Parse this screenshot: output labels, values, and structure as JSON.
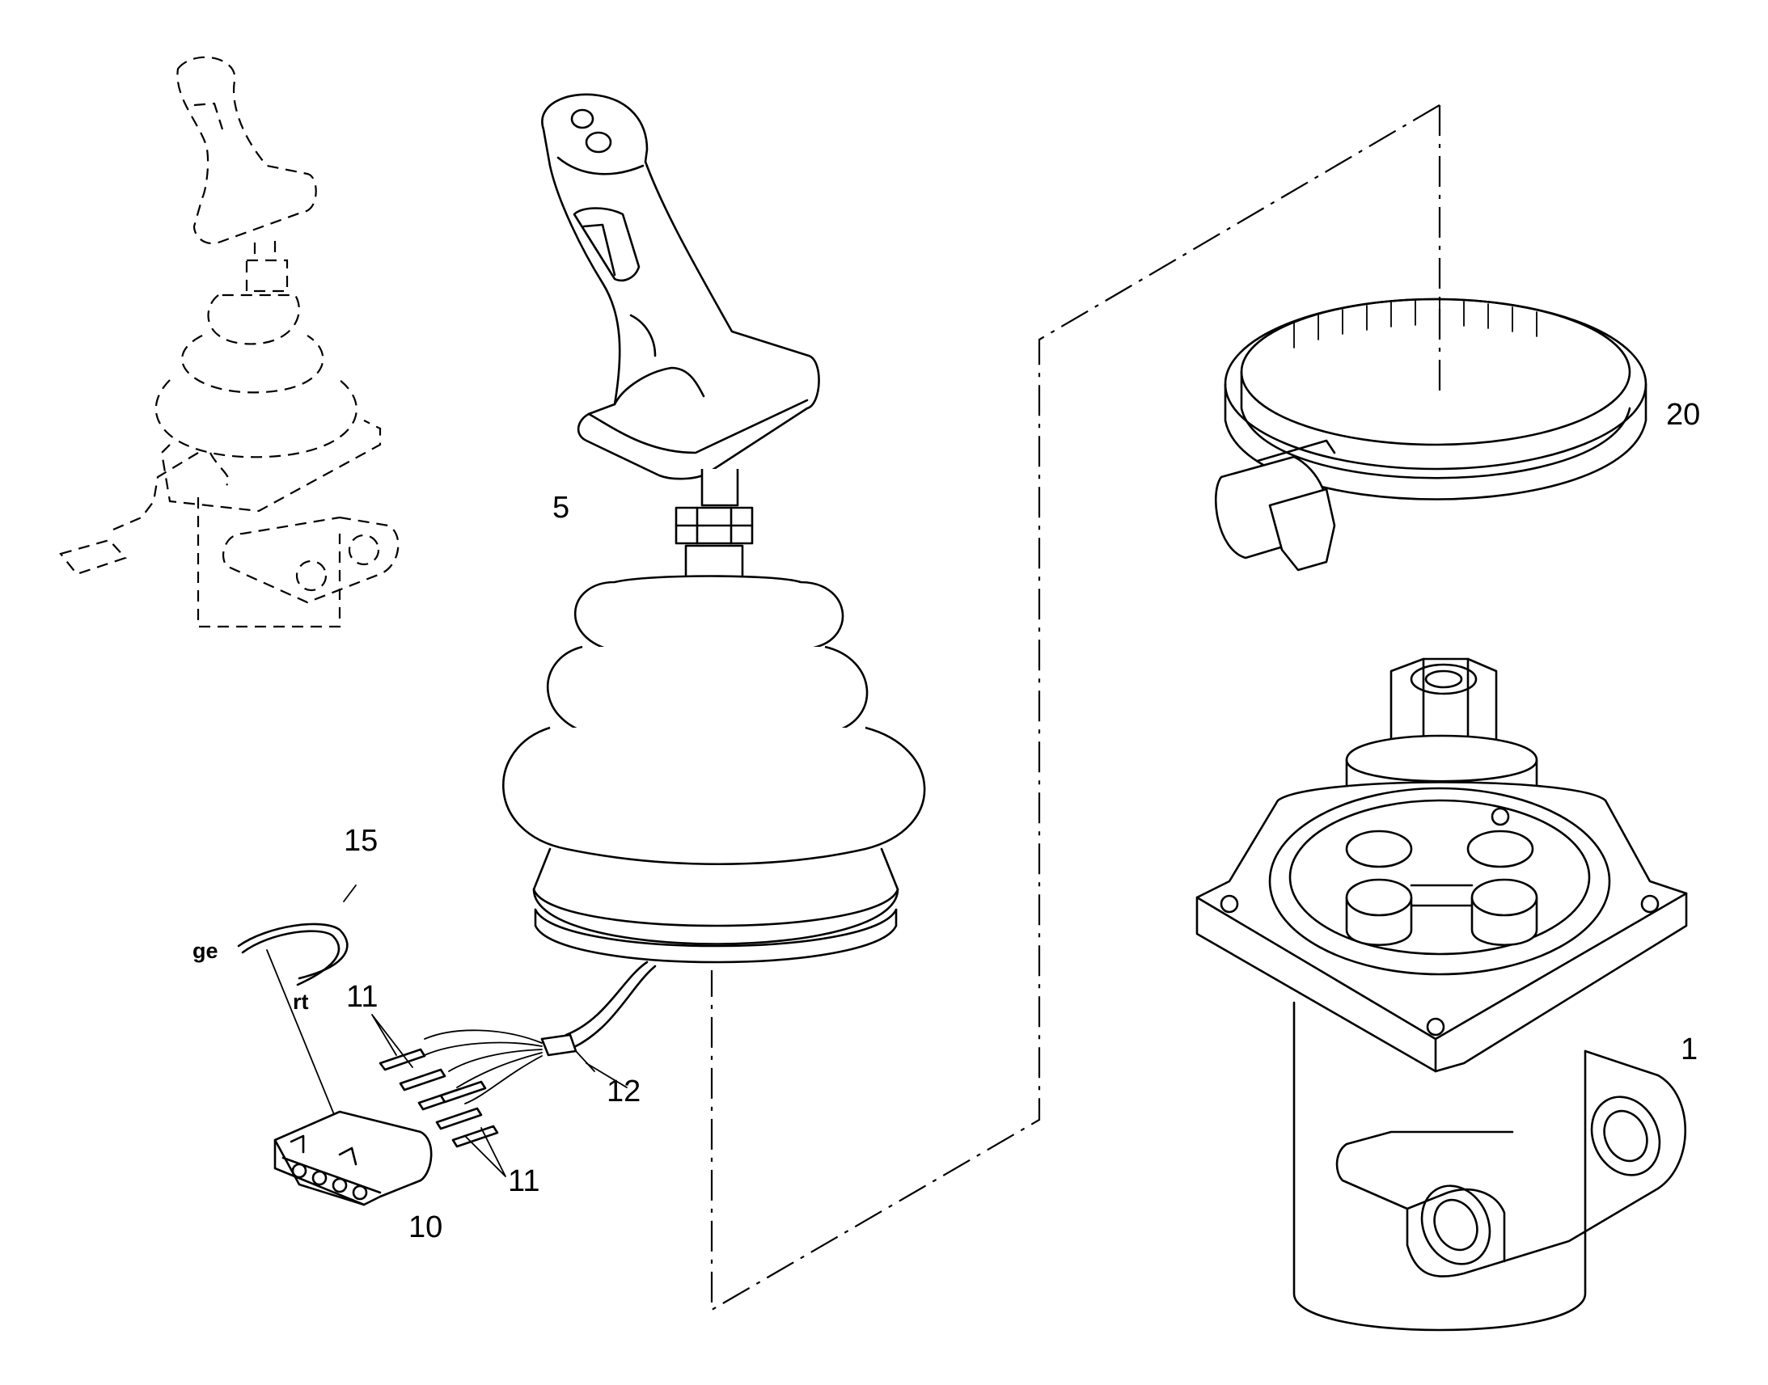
{
  "labels": {
    "part_1": "1",
    "part_5": "5",
    "part_10": "10",
    "part_11_upper": "11",
    "part_11_lower": "11",
    "part_12": "12",
    "part_15": "15",
    "part_20": "20",
    "wire_ge": "ge",
    "wire_rt": "rt"
  }
}
